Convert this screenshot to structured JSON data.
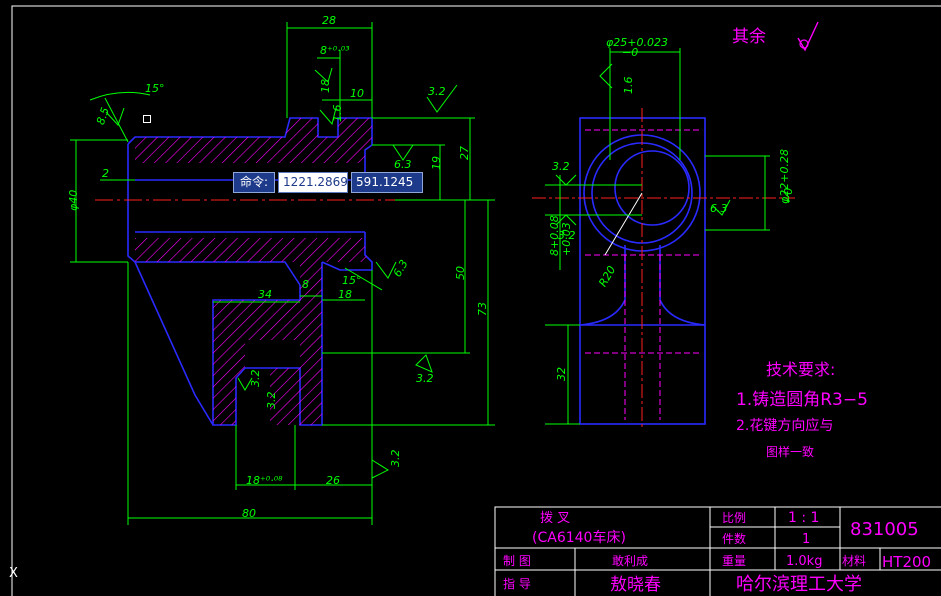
{
  "command_line": {
    "label": "命令:",
    "x_value": "1221.2869",
    "y_value": "591.1245"
  },
  "ucs_label": "X",
  "dims": {
    "d28": "28",
    "d8tol": "8⁺⁰·⁰³",
    "d18": "18",
    "d1_6a": "1.6",
    "d10": "10",
    "d3_2a": "3.2",
    "d15a": "15°",
    "d8_5": "8.5",
    "d40": "φ40",
    "d2": "2",
    "d6_3a": "6.3",
    "d19": "19",
    "d27": "27",
    "d6_3b": "6.3",
    "d15b": "15°",
    "d34": "34",
    "d8b": "8",
    "d18b": "18",
    "d50": "50",
    "d73": "73",
    "d3_2b": "3.2",
    "d3_2c": "3.2",
    "d3_2d": "3.2",
    "d18tol": "18⁺⁰·⁰⁸",
    "d26": "26",
    "d80": "80",
    "d3_2e": "3.2",
    "d25tol": "φ25+0.023",
    "d25zero": "−0",
    "d1_6b": "1.6",
    "d3_2f": "3.2",
    "d8tol2": "8+0.08",
    "d8tol2b": "+0.03",
    "d3_2g": "3.2",
    "dR20": "R20",
    "d6_3c": "6.3",
    "d22tol": "φ22+0.28",
    "d22zero": "−0",
    "d32": "32"
  },
  "roughness_note": {
    "text": "其余"
  },
  "tech_requirements": {
    "title": "技术要求:",
    "item1": "1.铸造圆角R3−5",
    "item2": "2.花键方向应与",
    "item3": "图样一致"
  },
  "title_block": {
    "part_name": "拨         叉",
    "part_sub": "(CA6140车床)",
    "scale_label": "比例",
    "scale_value": "1 : 1",
    "qty_label": "件数",
    "qty_value": "1",
    "drawing_no": "831005",
    "drawn_label": "制      图",
    "drawn_name": "敢利成",
    "weight_label": "重量",
    "weight_value": "1.0kg",
    "material_label": "材料",
    "material_value": "HT200",
    "guide_label": "指      导",
    "guide_name": "敖晓春",
    "school": "哈尔滨理工大学"
  },
  "colors": {
    "green": "#00ff00",
    "blue": "#2a2aff",
    "magenta": "#ff00ff",
    "red": "#ff2020",
    "white": "#ffffff",
    "yellow": "#ffff00"
  }
}
